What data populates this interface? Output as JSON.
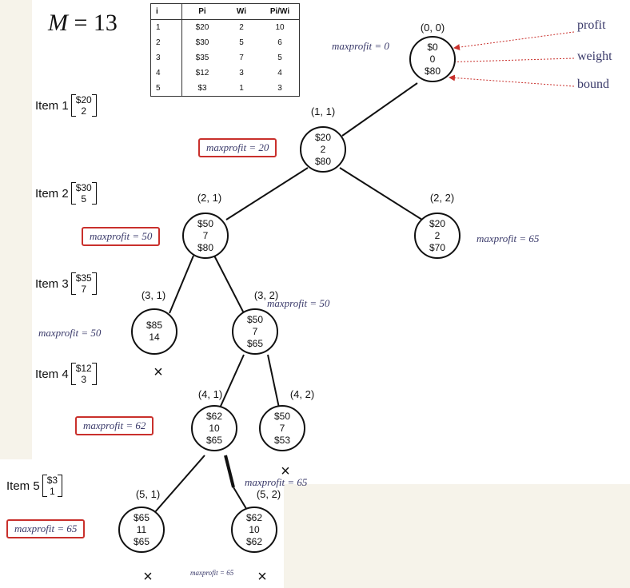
{
  "capacity": {
    "symbol": "M",
    "eq": "=",
    "value": "13"
  },
  "item_table": {
    "headers": [
      "i",
      "Pi",
      "Wi",
      "Pi/Wi"
    ],
    "rows": [
      [
        "1",
        "$20",
        "2",
        "10"
      ],
      [
        "2",
        "$30",
        "5",
        "6"
      ],
      [
        "3",
        "$35",
        "7",
        "5"
      ],
      [
        "4",
        "$12",
        "3",
        "4"
      ],
      [
        "5",
        "$3",
        "1",
        "3"
      ]
    ]
  },
  "items": [
    {
      "label": "Item 1",
      "profit": "$20",
      "weight": "2"
    },
    {
      "label": "Item 2",
      "profit": "$30",
      "weight": "5"
    },
    {
      "label": "Item 3",
      "profit": "$35",
      "weight": "7"
    },
    {
      "label": "Item 4",
      "profit": "$12",
      "weight": "3"
    },
    {
      "label": "Item 5",
      "profit": "$3",
      "weight": "1"
    }
  ],
  "nodes": [
    {
      "id": "(0, 0)",
      "profit": "$0",
      "weight": "0",
      "bound": "$80"
    },
    {
      "id": "(1, 1)",
      "profit": "$20",
      "weight": "2",
      "bound": "$80"
    },
    {
      "id": "(2, 1)",
      "profit": "$50",
      "weight": "7",
      "bound": "$80"
    },
    {
      "id": "(2, 2)",
      "profit": "$20",
      "weight": "2",
      "bound": "$70"
    },
    {
      "id": "(3, 1)",
      "profit": "$85",
      "weight": "14",
      "bound": ""
    },
    {
      "id": "(3, 2)",
      "profit": "$50",
      "weight": "7",
      "bound": "$65"
    },
    {
      "id": "(4, 1)",
      "profit": "$62",
      "weight": "10",
      "bound": "$65"
    },
    {
      "id": "(4, 2)",
      "profit": "$50",
      "weight": "7",
      "bound": "$53"
    },
    {
      "id": "(5, 1)",
      "profit": "$65",
      "weight": "11",
      "bound": "$65"
    },
    {
      "id": "(5, 2)",
      "profit": "$62",
      "weight": "10",
      "bound": "$62"
    }
  ],
  "maxprofit": [
    {
      "text": "maxprofit = 0"
    },
    {
      "text": "maxprofit = 20"
    },
    {
      "text": "maxprofit = 50"
    },
    {
      "text": "maxprofit = 65"
    },
    {
      "text": "maxprofit = 50"
    },
    {
      "text": "maxprofit = 50"
    },
    {
      "text": "maxprofit = 62"
    },
    {
      "text": "maxprofit = 65"
    },
    {
      "text": "maxprofit = 65"
    },
    {
      "text": "maxprofit = 65"
    }
  ],
  "annotations": {
    "profit": "profit",
    "weight": "weight",
    "bound": "bound"
  },
  "pruned_mark": "×",
  "colors": {
    "highlight_box": "#c9302c",
    "arrow": "#c9302c",
    "annotation_text": "#3a3a6a"
  }
}
